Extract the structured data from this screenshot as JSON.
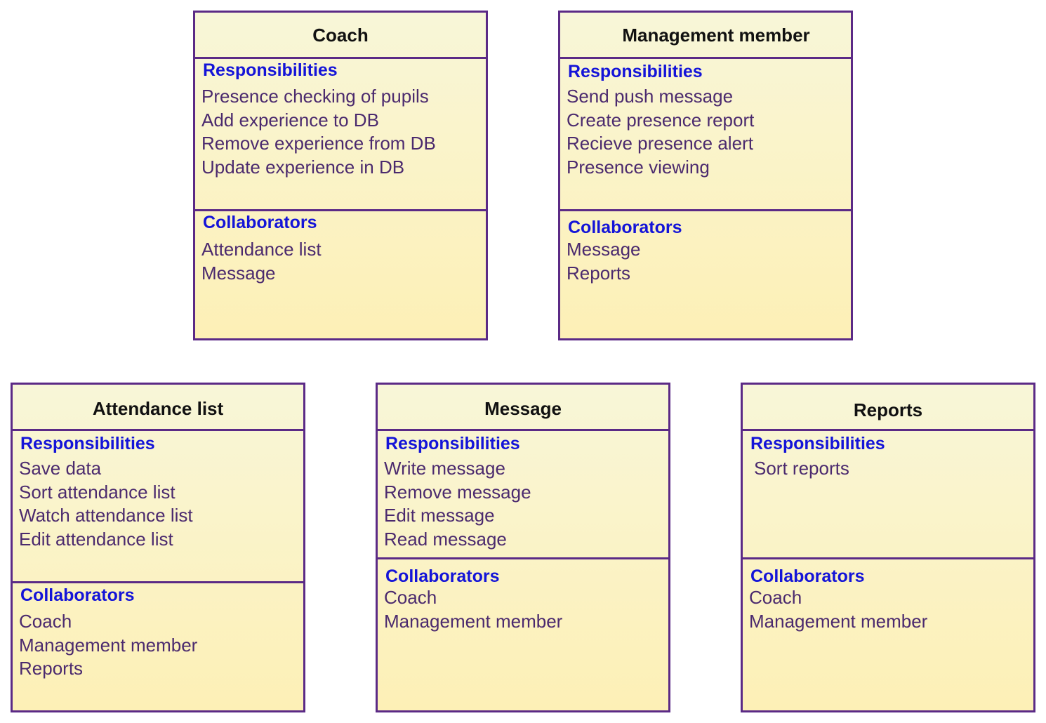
{
  "cards": {
    "coach": {
      "title": "Coach",
      "responsibilities_label": "Responsibilities",
      "responsibilities": [
        "Presence checking of pupils",
        "Add experience to DB",
        "Remove experience from DB",
        "Update experience in DB"
      ],
      "collaborators_label": "Collaborators",
      "collaborators": [
        "Attendance list",
        "Message"
      ]
    },
    "management_member": {
      "title": "Management member",
      "responsibilities_label": "Responsibilities",
      "responsibilities": [
        "Send push message",
        "Create presence report",
        "Recieve presence alert",
        "Presence viewing"
      ],
      "collaborators_label": "Collaborators",
      "collaborators": [
        "Message",
        "Reports"
      ]
    },
    "attendance_list": {
      "title": "Attendance list",
      "responsibilities_label": "Responsibilities",
      "responsibilities": [
        "Save data",
        "Sort attendance list",
        "Watch attendance list",
        "Edit attendance list"
      ],
      "collaborators_label": "Collaborators",
      "collaborators": [
        "Coach",
        "Management member",
        "Reports"
      ]
    },
    "message": {
      "title": "Message",
      "responsibilities_label": "Responsibilities",
      "responsibilities": [
        "Write message",
        "Remove message",
        "Edit message",
        "Read message"
      ],
      "collaborators_label": "Collaborators",
      "collaborators": [
        "Coach",
        "Management member"
      ]
    },
    "reports": {
      "title": "Reports",
      "responsibilities_label": "Responsibilities",
      "responsibilities": [
        "Sort reports"
      ],
      "collaborators_label": "Collaborators",
      "collaborators": [
        "Coach",
        "Management member"
      ]
    }
  },
  "colors": {
    "border": "#5b2a86",
    "card_fill_top": "#f8f6d8",
    "card_fill_bottom": "#fdf0b6",
    "section_title": "#1414d8",
    "item_text": "#4b2a6e",
    "header_text": "#111111"
  }
}
